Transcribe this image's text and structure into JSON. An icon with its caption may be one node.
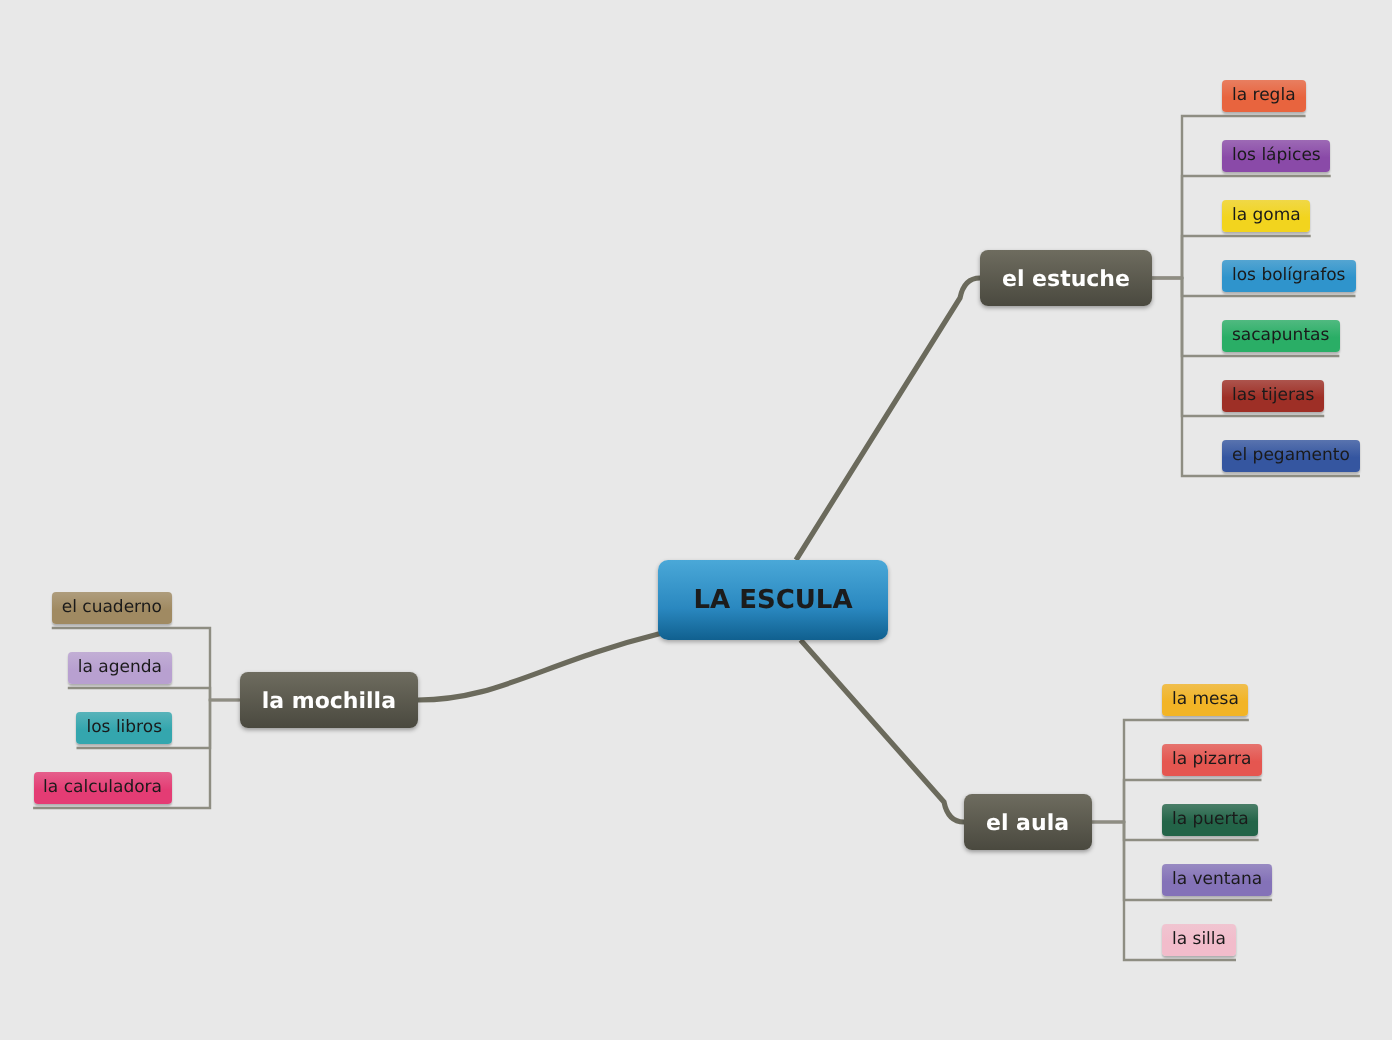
{
  "diagram": {
    "nodes": [
      {
        "text": [
          "LA ESCULA"
        ]
      },
      {
        "text": [
          "el estuche"
        ]
      },
      {
        "text": [
          "la regla"
        ]
      },
      {
        "text": [
          "los lápices"
        ]
      },
      {
        "text": [
          "la goma"
        ]
      },
      {
        "text": [
          "los bolígrafos"
        ]
      },
      {
        "text": [
          "sacapuntas"
        ]
      },
      {
        "text": [
          "las tijeras"
        ]
      },
      {
        "text": [
          "el pegamento"
        ]
      },
      {
        "text": [
          "el aula"
        ]
      },
      {
        "text": [
          "la mesa"
        ]
      },
      {
        "text": [
          "la pizarra"
        ]
      },
      {
        "text": [
          "la puerta"
        ]
      },
      {
        "text": [
          "la ventana"
        ]
      },
      {
        "text": [
          "la silla"
        ]
      },
      {
        "text": [
          "la mochilla"
        ]
      },
      {
        "text": [
          "el cuaderno"
        ]
      },
      {
        "text": [
          "la agenda"
        ]
      },
      {
        "text": [
          "los libros"
        ]
      },
      {
        "text": [
          "la calculadora"
        ]
      }
    ],
    "edges": [
      {
        "from": 0,
        "to": 1,
        "arrow": "none"
      },
      {
        "from": 1,
        "to": 2,
        "arrow": "none"
      },
      {
        "from": 1,
        "to": 3,
        "arrow": "none"
      },
      {
        "from": 1,
        "to": 4,
        "arrow": "none"
      },
      {
        "from": 1,
        "to": 5,
        "arrow": "none"
      },
      {
        "from": 1,
        "to": 6,
        "arrow": "none"
      },
      {
        "from": 1,
        "to": 7,
        "arrow": "none"
      },
      {
        "from": 1,
        "to": 8,
        "arrow": "none"
      },
      {
        "from": 0,
        "to": 9,
        "arrow": "none"
      },
      {
        "from": 9,
        "to": 10,
        "arrow": "none"
      },
      {
        "from": 9,
        "to": 11,
        "arrow": "none"
      },
      {
        "from": 9,
        "to": 12,
        "arrow": "none"
      },
      {
        "from": 9,
        "to": 13,
        "arrow": "none"
      },
      {
        "from": 9,
        "to": 14,
        "arrow": "none"
      },
      {
        "from": 0,
        "to": 15,
        "arrow": "none"
      },
      {
        "from": 15,
        "to": 16,
        "arrow": "none"
      },
      {
        "from": 15,
        "to": 17,
        "arrow": "none"
      },
      {
        "from": 15,
        "to": 18,
        "arrow": "none"
      },
      {
        "from": 15,
        "to": 19,
        "arrow": "none"
      }
    ]
  }
}
